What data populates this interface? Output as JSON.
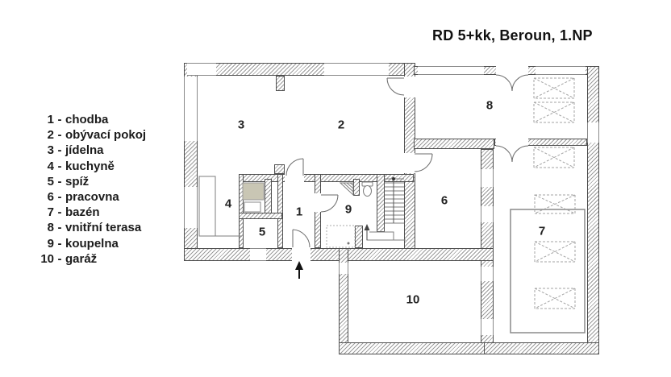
{
  "title": "RD 5+kk, Beroun, 1.NP",
  "legend": {
    "separator": "-",
    "items": [
      {
        "num": "1",
        "name": "chodba"
      },
      {
        "num": "2",
        "name": "obývací pokoj"
      },
      {
        "num": "3",
        "name": "jídelna"
      },
      {
        "num": "4",
        "name": "kuchyně"
      },
      {
        "num": "5",
        "name": "spíž"
      },
      {
        "num": "6",
        "name": "pracovna"
      },
      {
        "num": "7",
        "name": "bazén"
      },
      {
        "num": "8",
        "name": "vnitřní terasa"
      },
      {
        "num": "9",
        "name": "koupelna"
      },
      {
        "num": "10",
        "name": "garáž"
      }
    ]
  },
  "rooms": [
    "1",
    "2",
    "3",
    "4",
    "5",
    "6",
    "7",
    "8",
    "9",
    "10"
  ]
}
